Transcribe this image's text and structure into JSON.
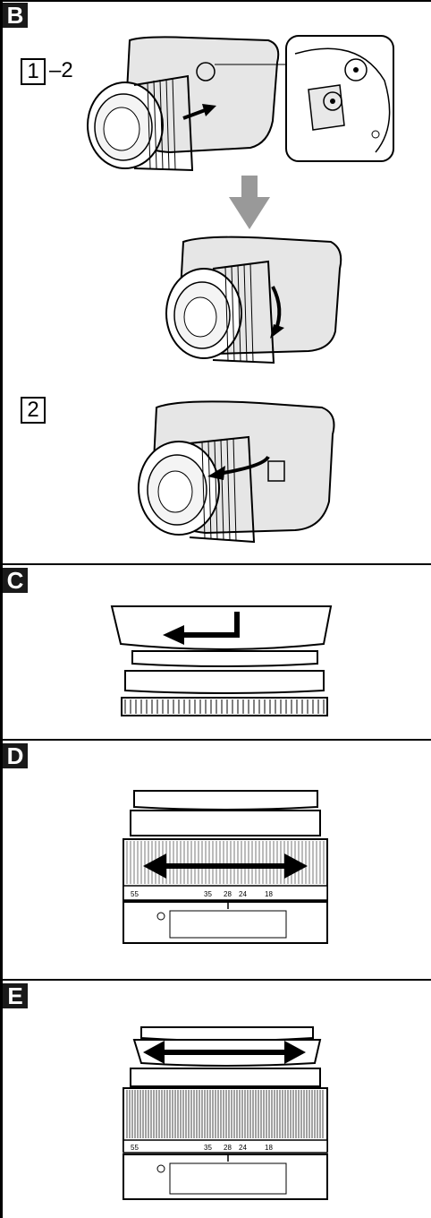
{
  "sections": {
    "b": {
      "label": "B",
      "step1_number": "1",
      "step1_suffix": "–2",
      "step2_number": "2"
    },
    "c": {
      "label": "C"
    },
    "d": {
      "label": "D",
      "scale": [
        "55",
        "35",
        "28",
        "24",
        "18"
      ]
    },
    "e": {
      "label": "E",
      "scale": [
        "55",
        "35",
        "28",
        "24",
        "18"
      ]
    }
  },
  "colors": {
    "ink": "#1a1a1a",
    "line": "#000000",
    "shade": "#cfcfcf",
    "arrow_fill": "#999999"
  }
}
